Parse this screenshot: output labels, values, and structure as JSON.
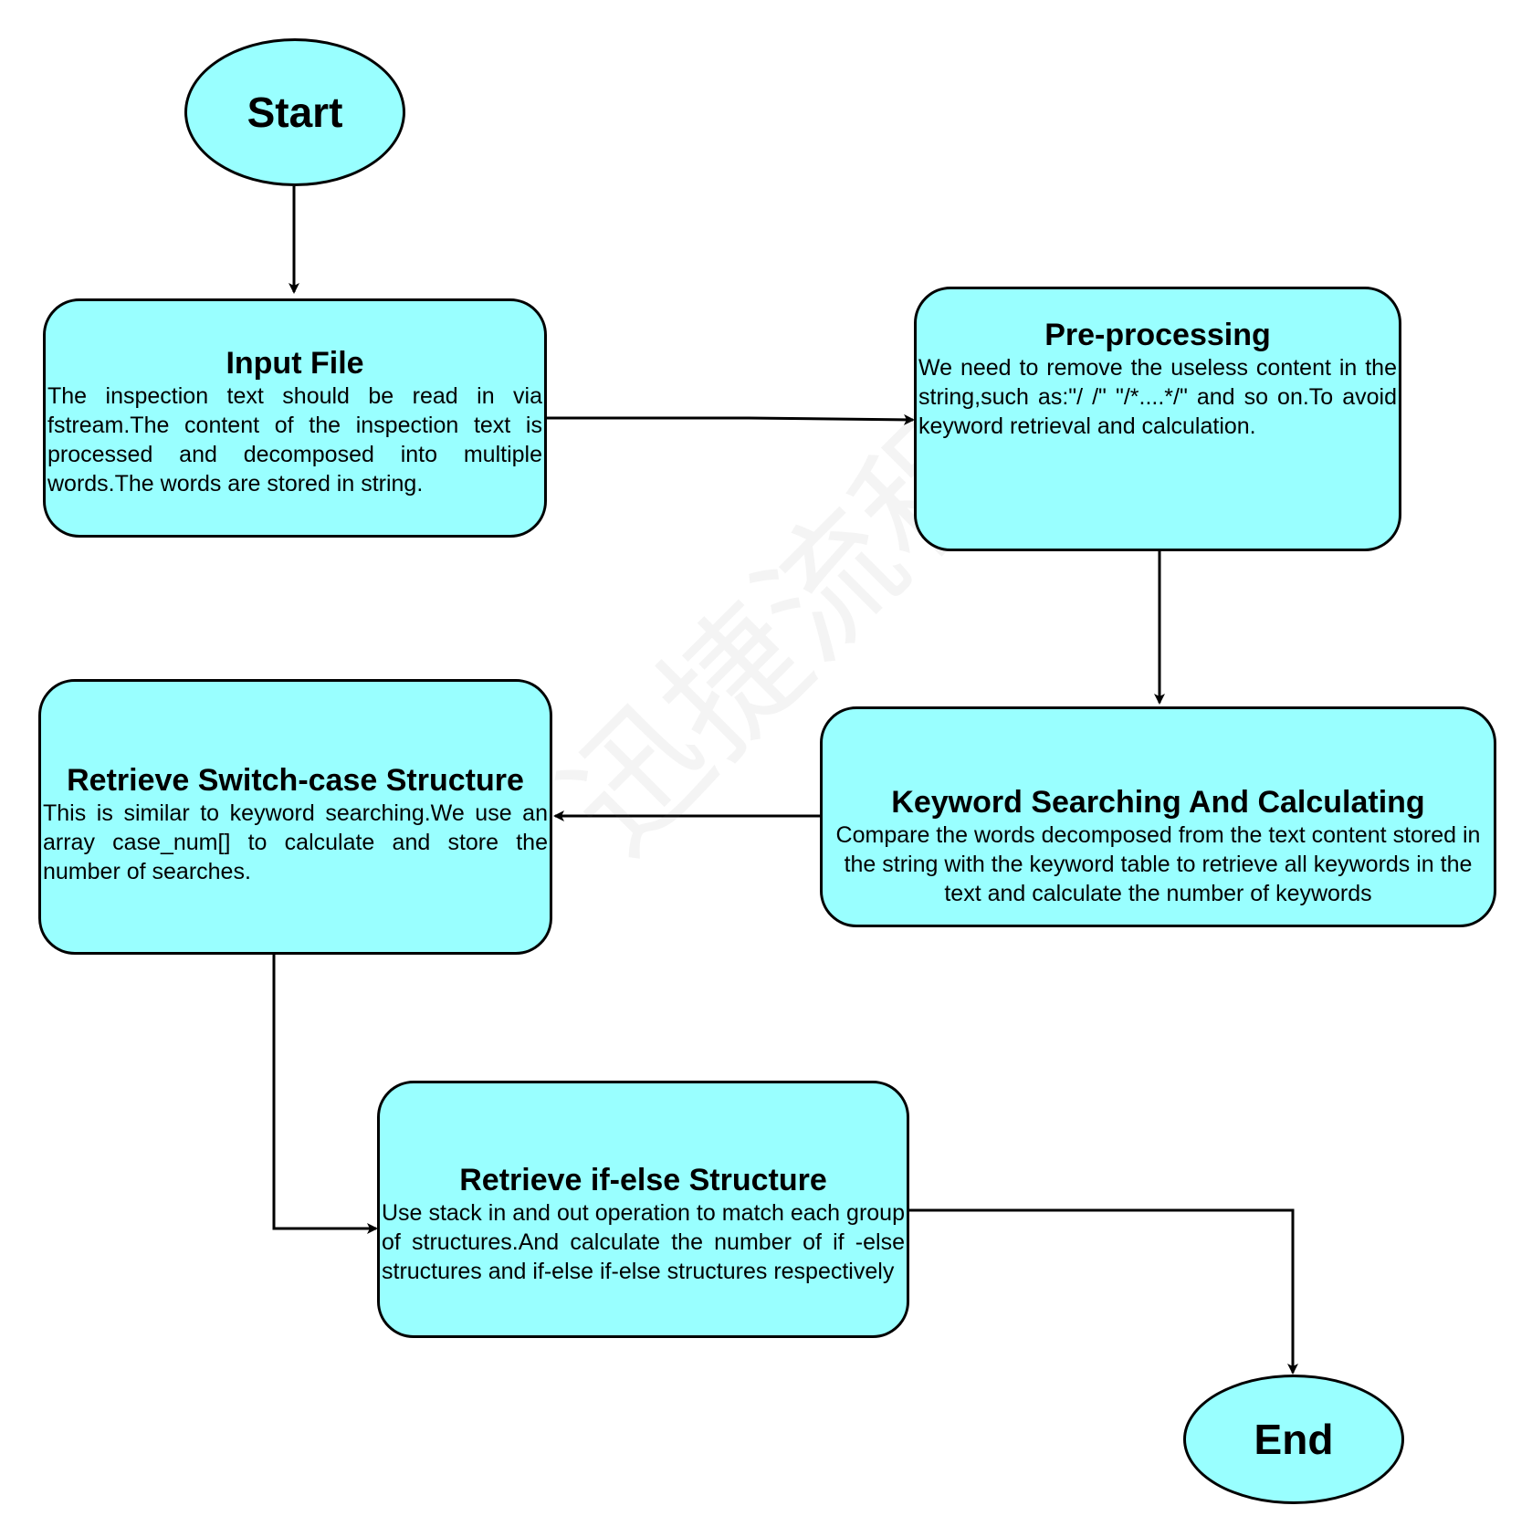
{
  "nodes": {
    "start": {
      "label": "Start"
    },
    "input_file": {
      "title": "Input File",
      "description": "The inspection text should be read in via fstream.The content of the inspection text is processed and decomposed into multiple words.The words are stored in string."
    },
    "preprocessing": {
      "title": "Pre-processing",
      "description": "We need to remove the useless content in the string,such as:\"/ /\" \"/*....*/\" and so on.To avoid keyword retrieval and calculation."
    },
    "keyword_search": {
      "title": "Keyword Searching And Calculating",
      "description": "Compare the words decomposed from the text content stored in the string with the keyword table to retrieve all keywords in the text and calculate the number of keywords"
    },
    "switch_case": {
      "title": "Retrieve Switch-case Structure",
      "description": "This is similar to keyword searching.We use an array case_num[] to calculate and store the number of searches."
    },
    "if_else": {
      "title": "Retrieve if-else Structure",
      "description": "Use stack in and out operation to match each group of structures.And calculate the number of if -else structures and if-else if-else structures respectively"
    },
    "end": {
      "label": "End"
    }
  },
  "watermark": "迅捷流程图",
  "colors": {
    "node_fill": "#99ffff",
    "stroke": "#000000"
  }
}
